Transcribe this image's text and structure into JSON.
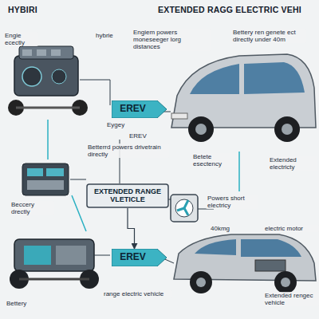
{
  "diagram": {
    "nodes": [
      {
        "text": [
          "EREV"
        ]
      },
      {
        "text": [
          "EXTENDED RANGE VLETICLE"
        ]
      },
      {
        "text": [
          "EREV"
        ]
      }
    ],
    "edges": [
      {
        "from": 1,
        "to": 2,
        "arrow": "to"
      }
    ],
    "labels": [
      "HYBIRI",
      "EXTENDED RAGG ELECTRIC VEHI",
      "hybrie",
      "Engie ecectly",
      "Engiem powers moneseeger lorg distances",
      "Bettery ren genete ect directly under 40m",
      "Eygey",
      "EREV",
      "Betterrd powers drivetrain directly",
      "Betete esectency",
      "Extended electricty",
      "Beccery drectly",
      "Powers short electricy",
      "40kmg",
      "electric motor",
      "range electric vehicle",
      "Bettery",
      "Extended rengec vehicle"
    ]
  }
}
